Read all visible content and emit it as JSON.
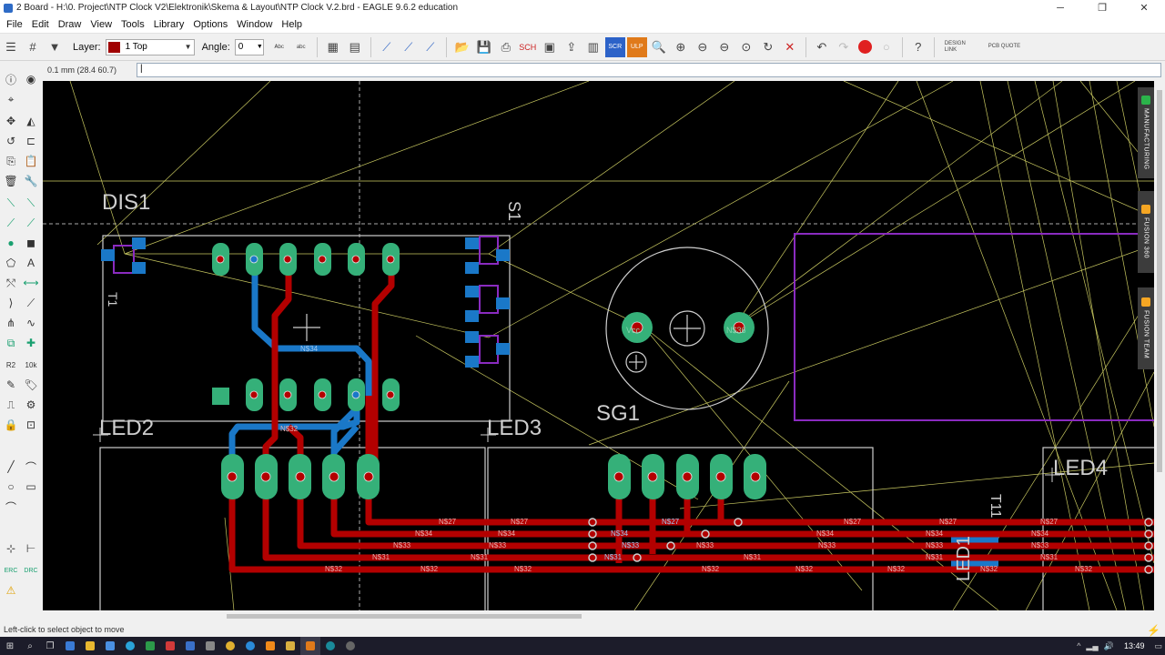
{
  "window": {
    "title": "2 Board - H:\\0. Project\\NTP Clock V2\\Elektronik\\Skema & Layout\\NTP Clock V.2.brd - EAGLE 9.6.2 education",
    "minimize": "─",
    "maximize": "❐",
    "close": "✕"
  },
  "menu": [
    "File",
    "Edit",
    "Draw",
    "View",
    "Tools",
    "Library",
    "Options",
    "Window",
    "Help"
  ],
  "toolbar": {
    "layer_label": "Layer:",
    "layer_value": "1 Top",
    "layer_color": "#a00000",
    "angle_label": "Angle:",
    "angle_value": "0",
    "design_link": "DESIGN LINK",
    "pcb_quote": "PCB QUOTE",
    "scr_label": "SCR",
    "ulp_label": "ULP"
  },
  "command": {
    "coord": "0.1 mm (28.4 60.7)",
    "input_value": "|"
  },
  "side_tabs": [
    {
      "label": "MANUFACTURING",
      "color": "#2bb34a"
    },
    {
      "label": "FUSION 360",
      "color": "#f5a623"
    },
    {
      "label": "FUSION TEAM",
      "color": "#f5a623"
    }
  ],
  "board": {
    "labels": {
      "dis1": "DIS1",
      "led2": "LED2",
      "led3": "LED3",
      "led4": "LED4",
      "sg1": "SG1",
      "s1": "S1",
      "t1": "T1",
      "led1_partial": "LED1",
      "t2_partial": "T11",
      "vcc": "Vcc",
      "n36": "N$36"
    },
    "nets": {
      "n27": "N$27",
      "n31": "N$31",
      "n32": "N$32",
      "n33": "N$33",
      "n34": "N$34"
    },
    "colors": {
      "background": "#000000",
      "top_copper": "#b30000",
      "bottom_copper": "#1a78c8",
      "pad": "#35b079",
      "outline": "#cfcfcf",
      "airwire": "#c8c860",
      "tplace": "#8a2bc0"
    }
  },
  "status": {
    "text": "Left-click to select object to move"
  },
  "taskbar": {
    "clock": "13:49"
  }
}
